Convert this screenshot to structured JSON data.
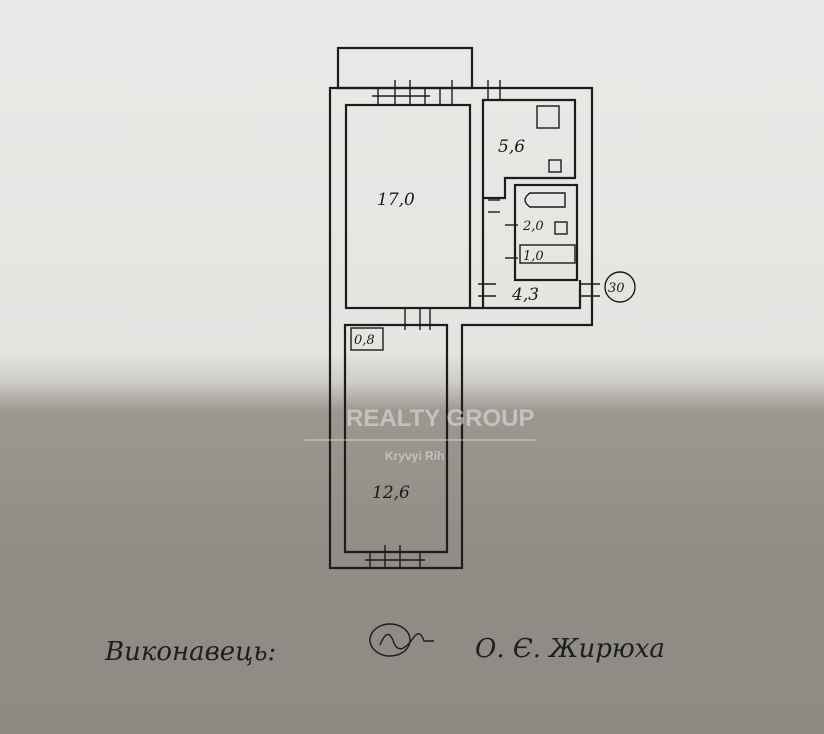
{
  "floor_plan": {
    "rooms": [
      {
        "id": "living-room",
        "area": "17,0"
      },
      {
        "id": "kitchen",
        "area": "5,6"
      },
      {
        "id": "bathroom",
        "area": "2,0"
      },
      {
        "id": "toilet",
        "area": "1,0"
      },
      {
        "id": "corridor",
        "area": "4,3"
      },
      {
        "id": "closet",
        "area": "0,8"
      },
      {
        "id": "bedroom",
        "area": "12,6"
      }
    ],
    "total_marker": "30"
  },
  "watermark": {
    "brand": "REALTY GROUP",
    "city": "Kryvyi Rih"
  },
  "footer": {
    "performer_label": "Виконавець:",
    "performer_name": "О. Є. Жирюха"
  }
}
